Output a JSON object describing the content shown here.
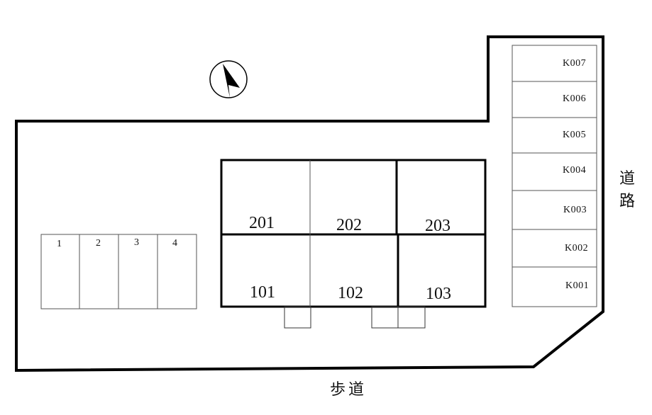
{
  "building": {
    "upper": [
      "201",
      "202",
      "203"
    ],
    "lower": [
      "101",
      "102",
      "103"
    ]
  },
  "parking": [
    "1",
    "2",
    "3",
    "4"
  ],
  "parking_k": [
    "K007",
    "K006",
    "K005",
    "K004",
    "K003",
    "K002",
    "K001"
  ],
  "road_right": [
    "道",
    "路"
  ],
  "road_bottom": "歩道",
  "compass_icon": "north-arrow-icon"
}
